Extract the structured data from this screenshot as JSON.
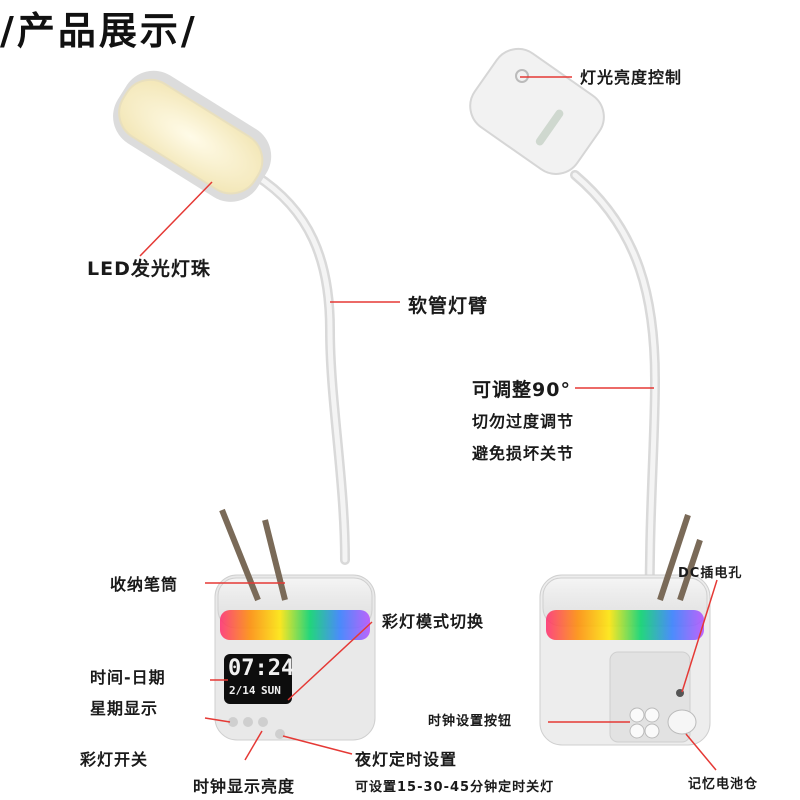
{
  "title": "/产品展示/",
  "labels": {
    "led_beads": "LED发光灯珠",
    "hose_arm": "软管灯臂",
    "brightness_control": "灯光亮度控制",
    "adjust_90": "可调整90°",
    "no_overbend": "切勿过度调节",
    "avoid_damage": "避免损坏关节",
    "pen_holder": "收纳笔筒",
    "color_mode": "彩灯模式切换",
    "time_date": "时间-日期",
    "weekday": "星期显示",
    "color_switch": "彩灯开关",
    "clock_brightness": "时钟显示亮度",
    "night_timer": "夜灯定时设置",
    "timer_note": "可设置15-30-45分钟定时关灯",
    "dc_port": "DC插电孔",
    "clock_buttons": "时钟设置按钮",
    "battery_compartment": "记忆电池仓"
  },
  "clock": {
    "time": "07:24",
    "date": "2/14",
    "day": "SUN"
  },
  "colors": {
    "accent": "#e53935",
    "lamp_body": "#eeeeee",
    "led_glow": "#fff8d6"
  }
}
